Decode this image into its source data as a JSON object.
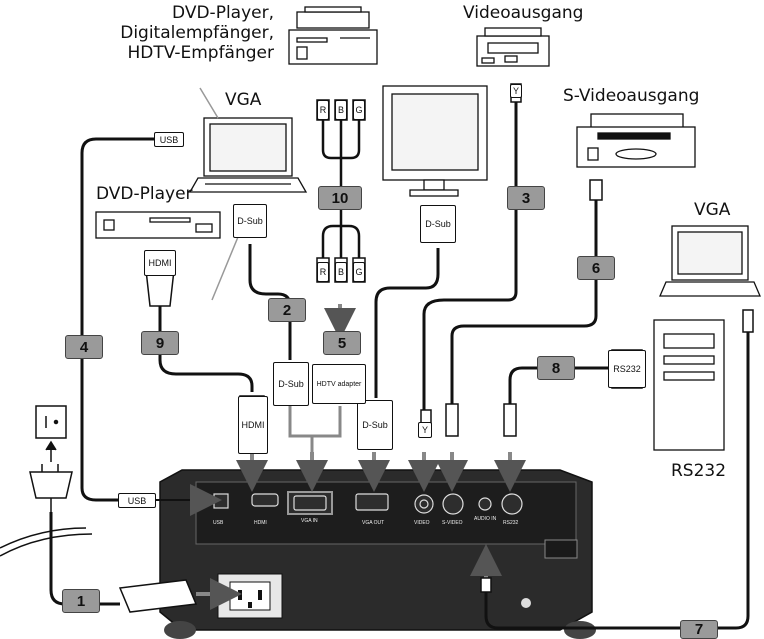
{
  "devices": {
    "dvd_combo": [
      "DVD-Player,",
      "Digitalempfänger,",
      "HDTV-Empfänger"
    ],
    "video_out": "Videoausgang",
    "svideo_out": "S-Videoausgang",
    "vga_laptop_left": "VGA",
    "vga_laptop_right": "VGA",
    "dvd_player": "DVD-Player",
    "rs232_pc": "RS232"
  },
  "cables": [
    "1",
    "2",
    "3",
    "4",
    "5",
    "6",
    "7",
    "8",
    "9",
    "10"
  ],
  "connectors": {
    "usb_top": "USB",
    "usb_bottom": "USB",
    "dsub_laptop": "D-Sub",
    "dsub_monitor": "D-Sub",
    "dsub_vga_in": "D-Sub",
    "dsub_vga_out": "D-Sub",
    "hdmi_top": "HDMI",
    "hdmi_bottom": "HDMI",
    "hdtv_adapter": "HDTV adapter",
    "rs232_plug": "RS232",
    "rgb_top": [
      "R",
      "B",
      "G"
    ],
    "rgb_bottom": [
      "R",
      "B",
      "G"
    ],
    "video_y": "Y"
  },
  "ports": [
    "USB",
    "HDMI",
    "VGA IN",
    "VGA OUT",
    "VIDEO",
    "S-VIDEO",
    "AUDIO IN",
    "RS232"
  ]
}
